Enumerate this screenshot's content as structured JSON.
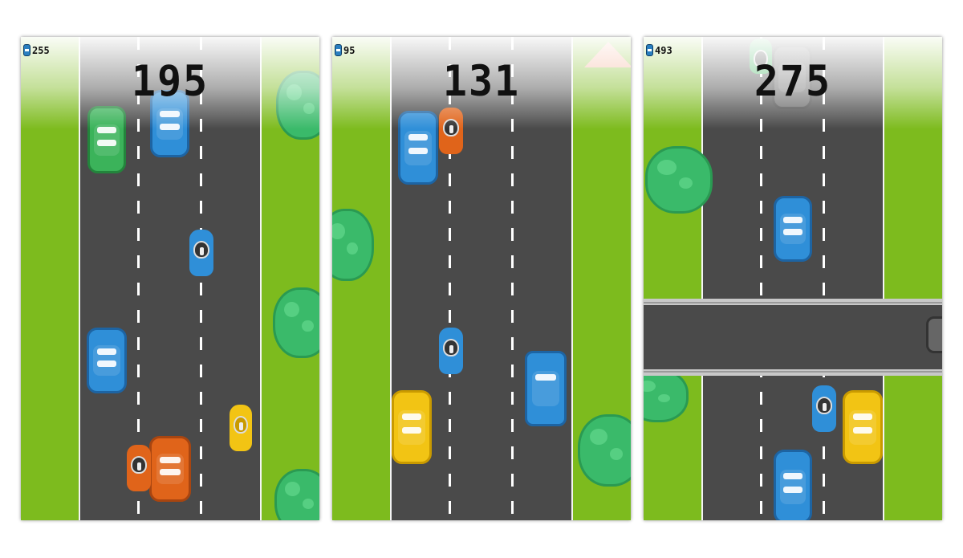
{
  "panels": [
    {
      "score": "195",
      "coins": "255"
    },
    {
      "score": "131",
      "coins": "95"
    },
    {
      "score": "275",
      "coins": "493"
    }
  ],
  "icons": {
    "coin": "coin-icon"
  },
  "colors": {
    "grass": "#7dbb1e",
    "road": "#4a4a4a",
    "car_blue": "#2f8fd8",
    "car_green": "#3bb35a",
    "car_orange": "#e0641a",
    "car_yellow": "#f2c414",
    "bush": "#3aba6a"
  }
}
